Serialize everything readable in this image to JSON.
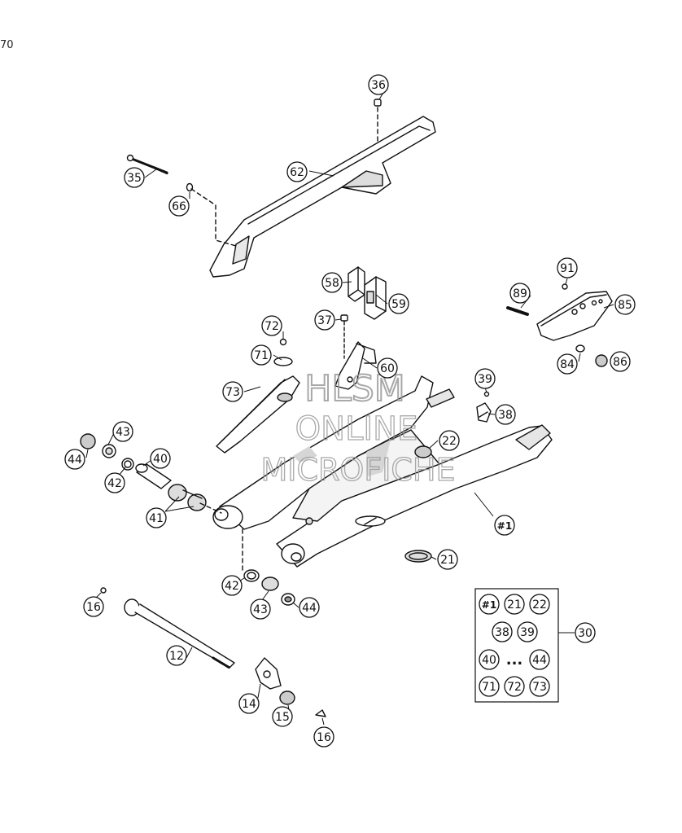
{
  "page": {
    "corner_text": "70",
    "watermark": [
      "HLSM",
      "ONLINE",
      "MICROFICHE"
    ],
    "colors": {
      "line": "#111111",
      "part_fill": "#ffffff",
      "shade": "#bdbdbd",
      "watermark": "#9a9a9a"
    }
  },
  "callouts": [
    "36",
    "35",
    "62",
    "66",
    "58",
    "59",
    "37",
    "72",
    "71",
    "60",
    "73",
    "91",
    "89",
    "85",
    "84",
    "86",
    "39",
    "38",
    "22",
    "43",
    "44",
    "40",
    "42",
    "41",
    "#1",
    "21",
    "42",
    "43",
    "44",
    "16",
    "12",
    "14",
    "15",
    "16"
  ],
  "kit": {
    "label": "30",
    "rows": [
      [
        "#1",
        "21",
        "22"
      ],
      [
        "38",
        "39"
      ],
      [
        "40",
        "...",
        "44"
      ],
      [
        "71",
        "72",
        "73"
      ]
    ]
  }
}
